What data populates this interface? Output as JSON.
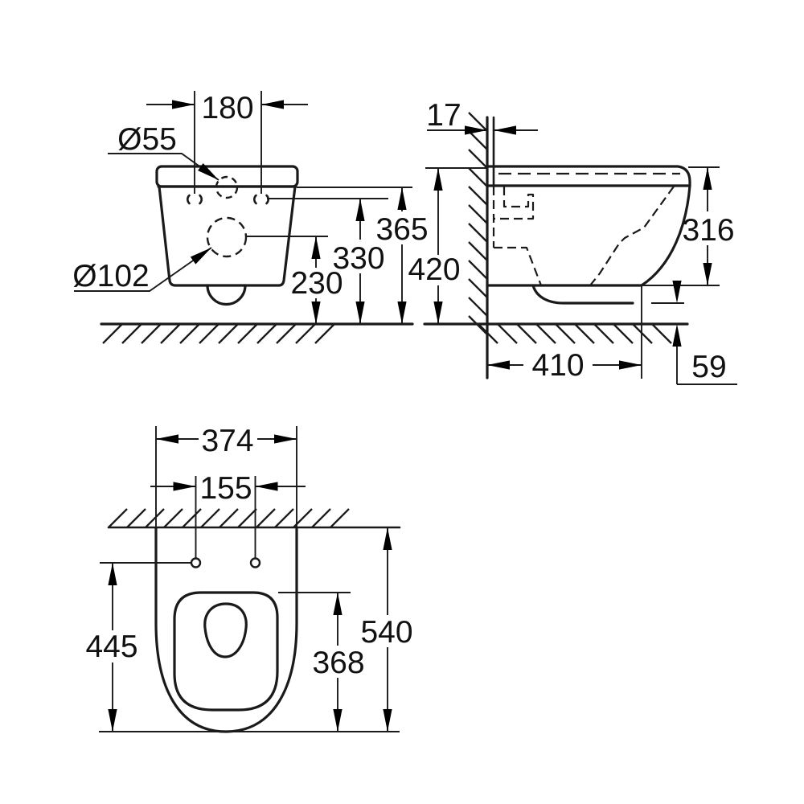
{
  "page": {
    "background": "#ffffff",
    "line_color": "#1a1a1a"
  },
  "front_view": {
    "label_hole_spacing": "180",
    "label_top_hole_diameter": "Ø55",
    "label_flush_hole_diameter": "Ø102",
    "label_height_rim": "365",
    "label_height_holes": "330",
    "label_height_flush": "230"
  },
  "side_view": {
    "label_wall_offset": "17",
    "label_overall_height": "420",
    "label_body_height": "316",
    "label_depth": "410",
    "label_floor_clearance": "59"
  },
  "plan_view": {
    "label_body_width": "374",
    "label_hole_spacing": "155",
    "label_body_depth": "445",
    "label_seat_depth": "368",
    "label_overall_depth": "540"
  }
}
